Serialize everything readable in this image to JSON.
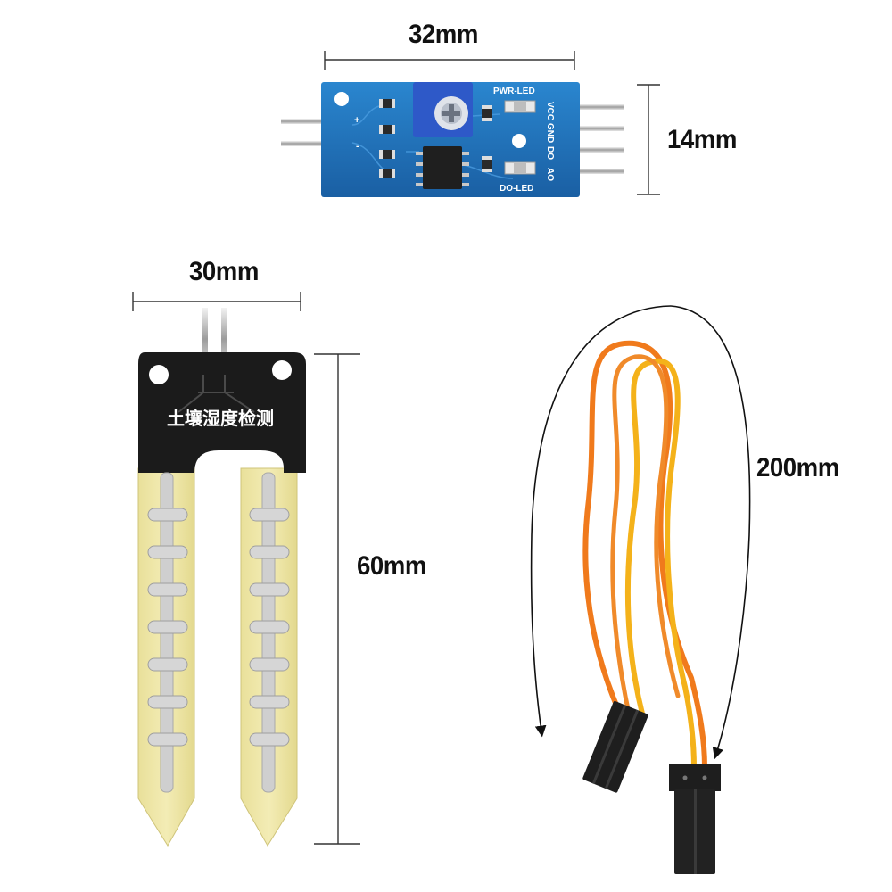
{
  "dimensions": {
    "module_width": "32mm",
    "module_height": "14mm",
    "probe_width": "30mm",
    "probe_length": "60mm",
    "cable_length": "200mm"
  },
  "module_silkscreen": {
    "pwr_led": "PWR-LED",
    "do_led": "DO-LED",
    "pins": [
      "VCC",
      "GND",
      "DO",
      "AO"
    ],
    "input_plus": "+",
    "input_minus": "-"
  },
  "probe_silkscreen": {
    "title": "土壤湿度检测"
  },
  "colors": {
    "pcb_blue": "#1f6fb8",
    "probe_black": "#1b1b1b",
    "probe_yellow": "#eee6a0",
    "wire_orange": "#f07a1c",
    "wire_yellow": "#f4b21a"
  }
}
